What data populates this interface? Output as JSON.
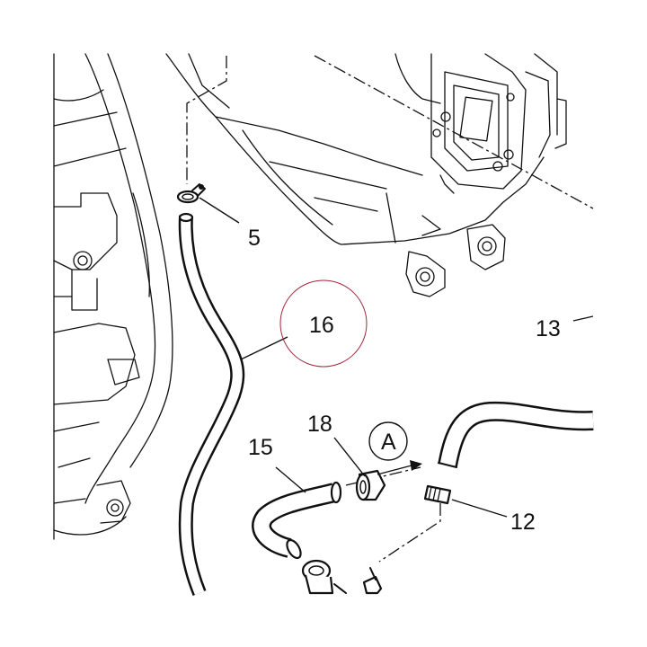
{
  "callouts": {
    "c5": "5",
    "c12": "12",
    "c13": "13",
    "c15": "15",
    "c16": "16",
    "c18": "18",
    "view_a": "A"
  },
  "highlight": {
    "target": "16",
    "color": "#a3263a"
  }
}
